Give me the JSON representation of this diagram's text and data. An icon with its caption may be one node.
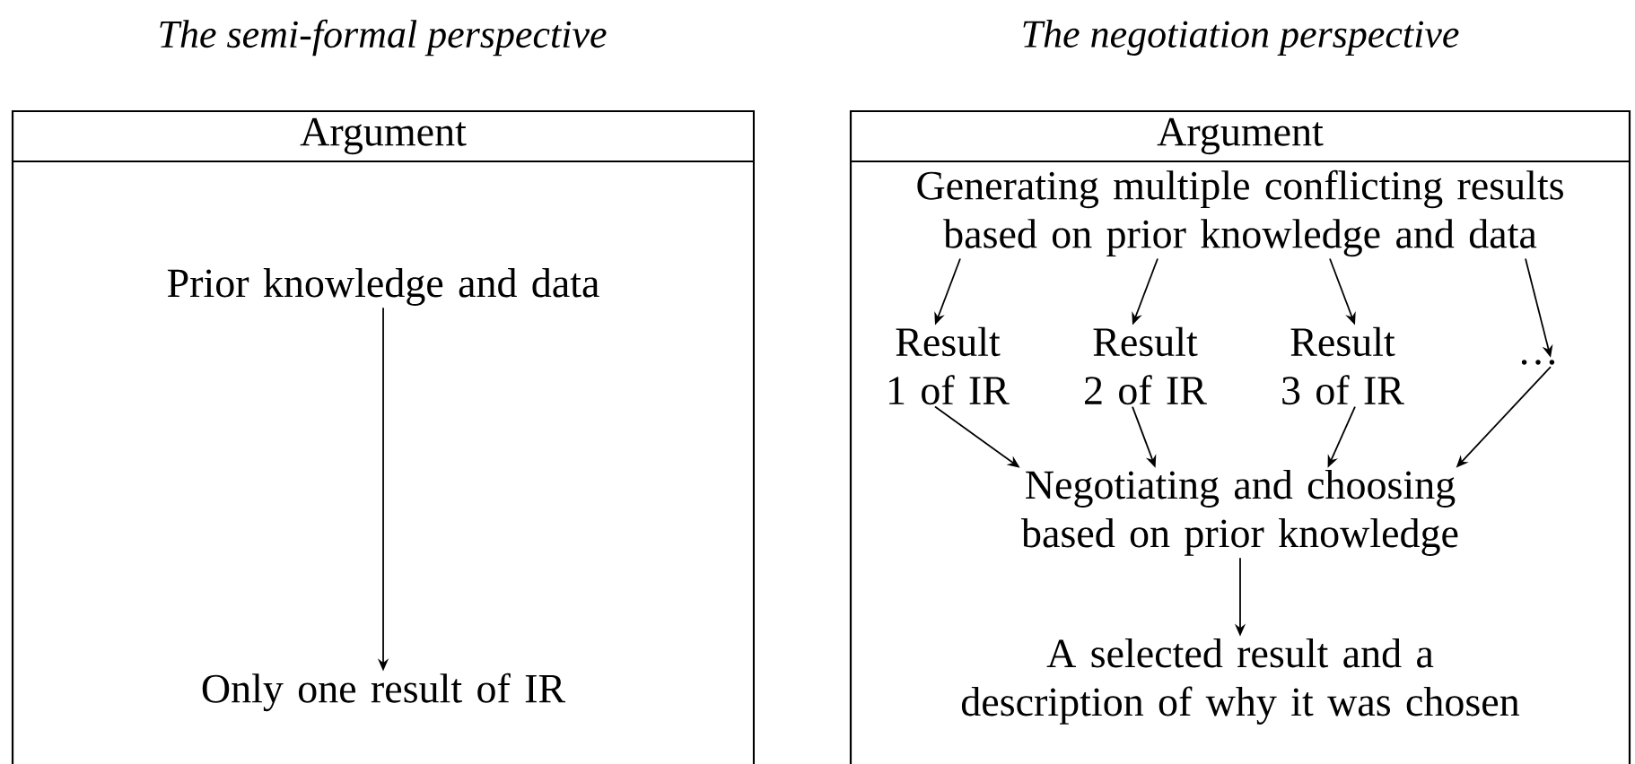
{
  "diagram": {
    "nodes": [
      {
        "text": [
          "Argument"
        ],
        "beside": [
          "The semi-formal perspective"
        ]
      },
      {
        "text": [
          "Prior knowledge and data"
        ],
        "in": 0
      },
      {
        "text": [
          "Only one result of IR"
        ],
        "in": 0
      },
      {
        "text": [
          "Argument"
        ],
        "beside": [
          "The negotiation perspective"
        ]
      },
      {
        "text": [
          "Generating multiple conflicting results based on prior knowledge and data"
        ],
        "in": 3
      },
      {
        "text": [
          "Result 1 of IR"
        ],
        "in": 3
      },
      {
        "text": [
          "Result 2 of IR"
        ],
        "in": 3
      },
      {
        "text": [
          "Result 3 of IR"
        ],
        "in": 3
      },
      {
        "text": [
          "…"
        ],
        "in": 3
      },
      {
        "text": [
          "Negotiating and choosing based on prior knowledge"
        ],
        "in": 3
      },
      {
        "text": [
          "A selected result and a description of why it was chosen"
        ],
        "in": 3
      }
    ],
    "edges": [
      {
        "from": 1,
        "to": 2,
        "arrow": "to"
      },
      {
        "from": 4,
        "to": 5,
        "arrow": "to"
      },
      {
        "from": 4,
        "to": 6,
        "arrow": "to"
      },
      {
        "from": 4,
        "to": 7,
        "arrow": "to"
      },
      {
        "from": 4,
        "to": 8,
        "arrow": "to"
      },
      {
        "from": 5,
        "to": 9,
        "arrow": "to"
      },
      {
        "from": 6,
        "to": 9,
        "arrow": "to"
      },
      {
        "from": 7,
        "to": 9,
        "arrow": "to"
      },
      {
        "from": 8,
        "to": 9,
        "arrow": "to"
      },
      {
        "from": 9,
        "to": 10,
        "arrow": "to"
      }
    ]
  }
}
